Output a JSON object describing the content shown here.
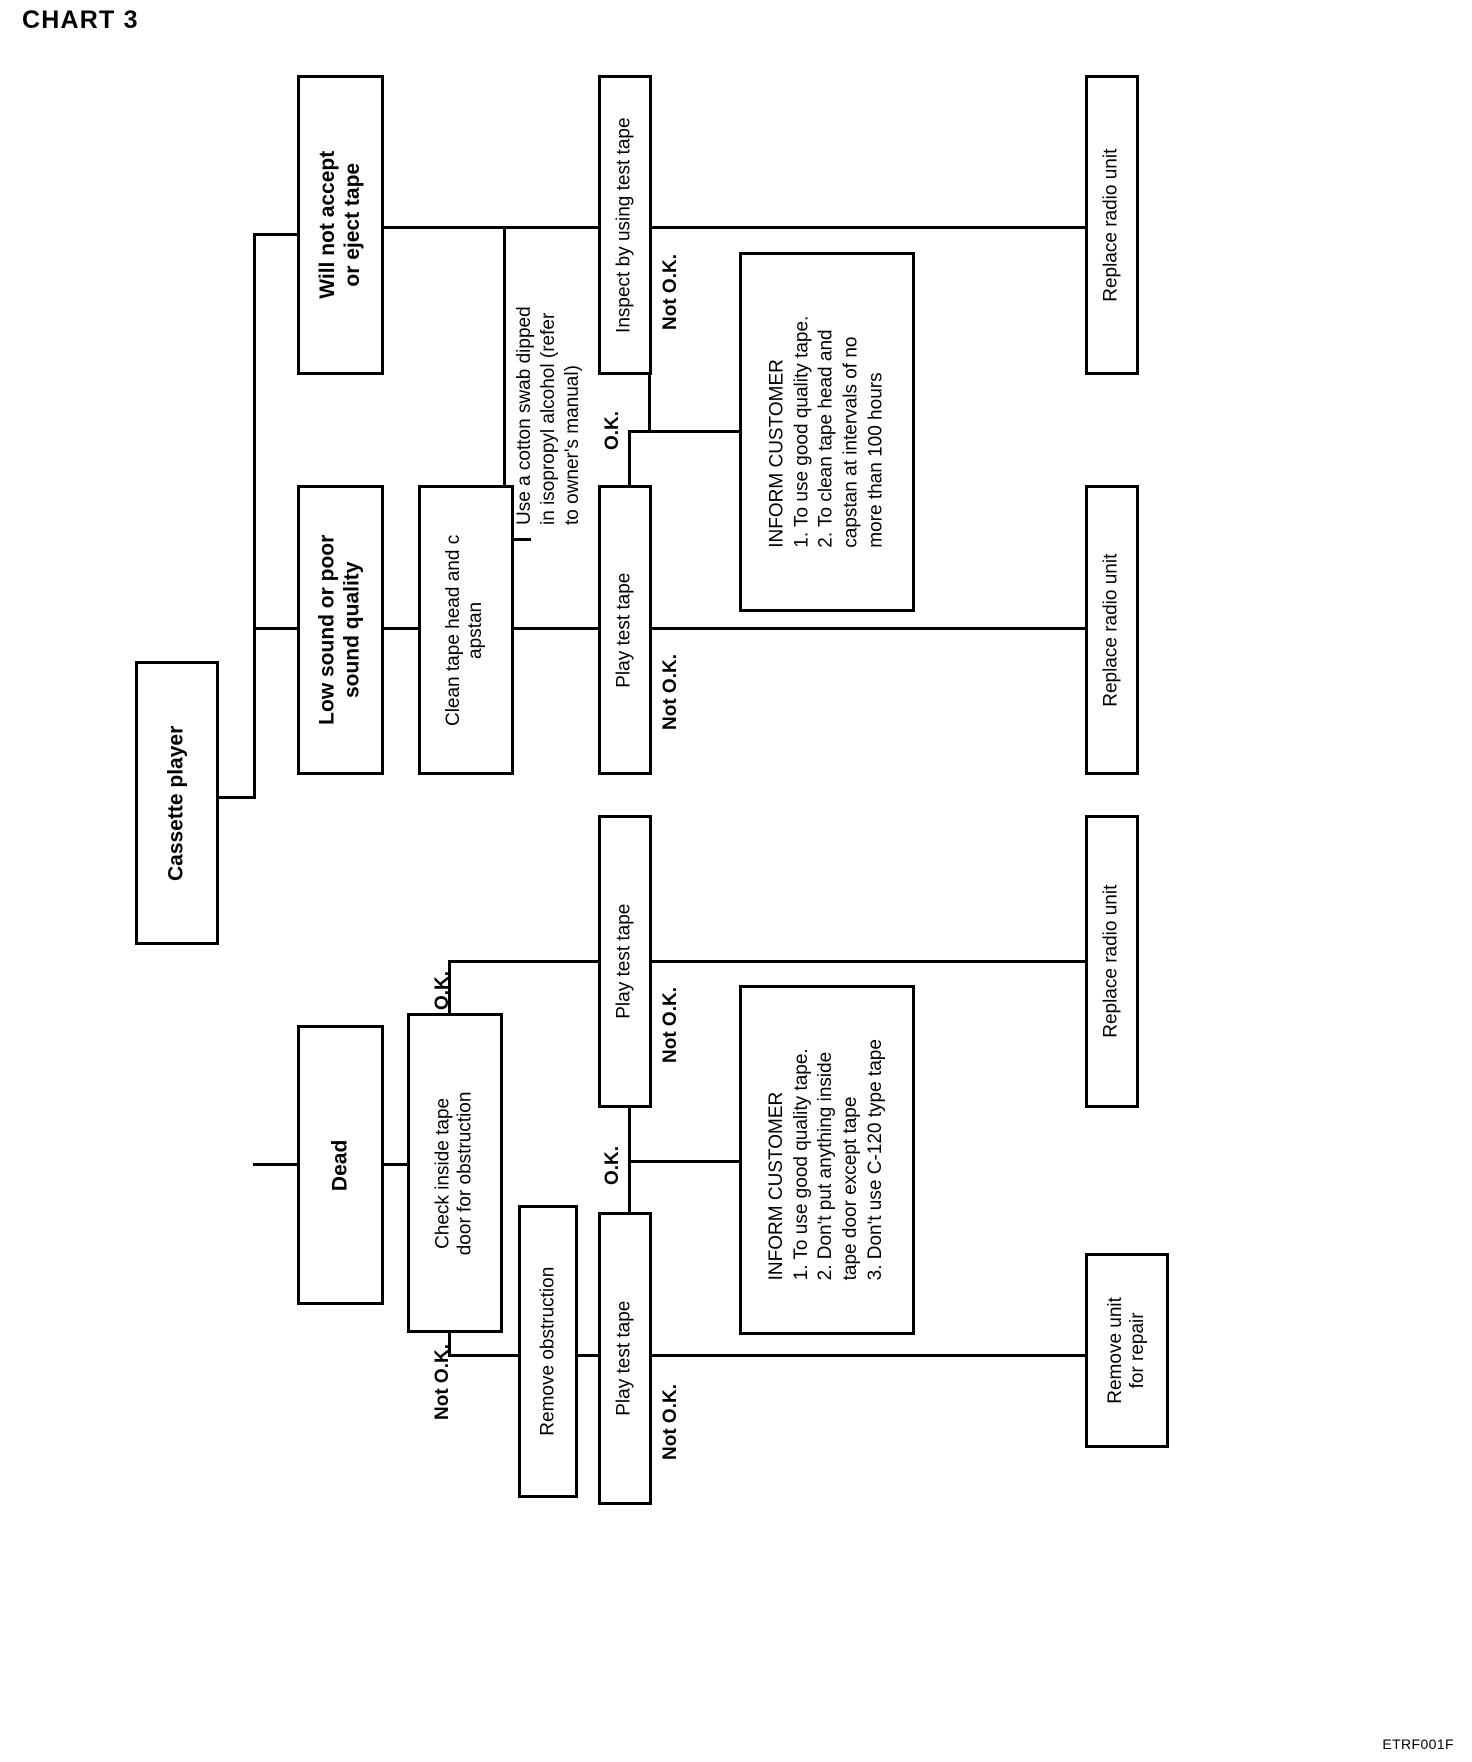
{
  "title": "CHART 3",
  "footer_code": "ETRF001F",
  "root": {
    "label": "Cassette player"
  },
  "branches": [
    {
      "id": "will-not-accept",
      "symptom": "Will not accept\nor eject tape",
      "steps": [
        {
          "id": "inspect-test-tape",
          "label": "Inspect by using test tape"
        }
      ],
      "decisions": [
        {
          "from": "inspect-test-tape",
          "result": "Not O.K.",
          "target": "Replace radio unit"
        },
        {
          "from": "inspect-test-tape",
          "result": "O.K.",
          "target": "INFORM CUSTOMER (1)"
        }
      ],
      "outcome": {
        "label": "Replace radio unit"
      }
    },
    {
      "id": "low-sound",
      "symptom": "Low sound or poor\nsound quality",
      "steps": [
        {
          "id": "clean-head",
          "label": "Clean tape head and c\napstan"
        },
        {
          "id": "play-test-tape-2",
          "label": "Play test tape"
        }
      ],
      "note": "Use a cotton swab dipped\nin isopropyl alcohol (refer\nto owner's manual)",
      "decisions": [
        {
          "from": "play-test-tape-2",
          "result": "Not O.K.",
          "target": "Replace radio unit"
        },
        {
          "from": "play-test-tape-2",
          "result": "O.K.",
          "target": "INFORM CUSTOMER (1)"
        }
      ],
      "outcome": {
        "label": "Replace radio unit"
      }
    },
    {
      "id": "dead",
      "symptom": "Dead",
      "steps": [
        {
          "id": "check-inside-door",
          "label": "Check inside tape\ndoor for obstruction"
        },
        {
          "id": "play-test-tape-3",
          "label": "Play test tape"
        },
        {
          "id": "remove-obstruction",
          "label": "Remove obstruction"
        },
        {
          "id": "play-test-tape-4",
          "label": "Play test tape"
        }
      ],
      "decisions": [
        {
          "from": "check-inside-door",
          "result": "O.K.",
          "target": "Play test tape"
        },
        {
          "from": "check-inside-door",
          "result": "Not O.K.",
          "target": "Remove obstruction"
        },
        {
          "from": "play-test-tape-3",
          "result": "Not O.K.",
          "target": "Replace radio unit"
        },
        {
          "from": "play-test-tape-3",
          "result": "O.K.",
          "target": "INFORM CUSTOMER (2)"
        },
        {
          "from": "play-test-tape-4",
          "result": "Not O.K.",
          "target": "Remove unit for repair"
        },
        {
          "from": "play-test-tape-4",
          "result": "O.K.",
          "target": "INFORM CUSTOMER (2)"
        }
      ],
      "outcomes": [
        {
          "label": "Replace radio unit"
        },
        {
          "label": "Remove unit\nfor repair"
        }
      ]
    }
  ],
  "boxes": {
    "cassette_player": "Cassette player",
    "will_not_accept": "Will not accept\nor eject tape",
    "inspect_test_tape": "Inspect by using test tape",
    "replace_radio_unit_1": "Replace radio unit",
    "low_sound": "Low sound or poor\nsound quality",
    "clean_tape_head": "Clean tape head and c\napstan",
    "play_test_tape_2": "Play test tape",
    "replace_radio_unit_2": "Replace radio unit",
    "dead": "Dead",
    "check_inside_door": "Check inside tape\ndoor for obstruction",
    "play_test_tape_3": "Play test tape",
    "replace_radio_unit_3": "Replace radio unit",
    "remove_obstruction": "Remove obstruction",
    "play_test_tape_4": "Play test tape",
    "remove_unit_for_repair": "Remove unit\nfor repair"
  },
  "inform_customer_1": {
    "heading": "INFORM CUSTOMER",
    "items": [
      "1. To use good quality tape.",
      "2. To clean tape head and",
      "    capstan at intervals of no",
      "    more than 100 hours"
    ]
  },
  "inform_customer_2": {
    "heading": "INFORM CUSTOMER",
    "items": [
      "1. To use good quality tape.",
      "2. Don't put anything inside",
      "    tape door except tape",
      "3. Don't use C-120 type tape"
    ]
  },
  "notes": {
    "cotton_swab": "Use a cotton swab dipped\nin isopropyl alcohol (refer\nto owner's manual)"
  },
  "labels": {
    "not_ok_1": "Not O.K.",
    "ok_1": "O.K.",
    "not_ok_2": "Not O.K.",
    "ok_2": "O.K.",
    "ok_3": "O.K.",
    "not_ok_3": "Not O.K.",
    "not_ok_4": "Not O.K.",
    "ok_4": "O.K.",
    "not_ok_5": "Not O.K."
  }
}
